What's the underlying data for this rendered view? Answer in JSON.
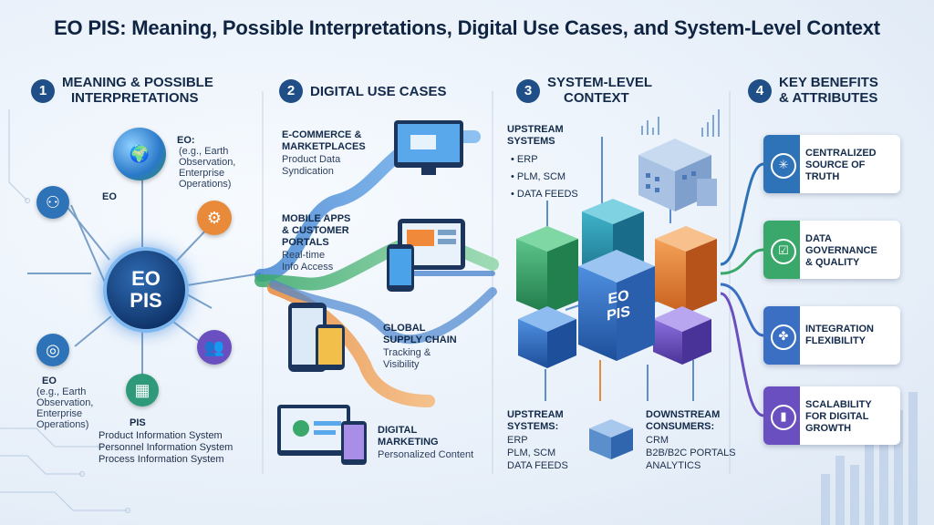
{
  "title": "EO PIS: Meaning, Possible Interpretations, Digital Use Cases, and System-Level Context",
  "sections": [
    {
      "num": "1",
      "title_line1": "MEANING & POSSIBLE",
      "title_line2": "INTERPRETATIONS"
    },
    {
      "num": "2",
      "title_line1": "DIGITAL USE CASES",
      "title_line2": ""
    },
    {
      "num": "3",
      "title_line1": "SYSTEM-LEVEL",
      "title_line2": "CONTEXT"
    },
    {
      "num": "4",
      "title_line1": "KEY BENEFITS",
      "title_line2": "& ATTRIBUTES"
    }
  ],
  "meaning": {
    "hub_line1": "EO",
    "hub_line2": "PIS",
    "eo_top_heading": "EO:",
    "eo_top_l1": "(e.g., Earth",
    "eo_top_l2": "Observation,",
    "eo_top_l3": "Enterprise",
    "eo_top_l4": "Operations)",
    "eo_mid": "EO",
    "eo_low_heading": "EO",
    "eo_low_l1": "(e.g., Earth",
    "eo_low_l2": "Observation,",
    "eo_low_l3": "Enterprise",
    "eo_low_l4": "Operations)",
    "pis_heading": "PIS",
    "pis_l1": "Product Information System",
    "pis_l2": "Personnel Information System",
    "pis_l3": "Process Information System",
    "icons": [
      "globe-icon",
      "document-gear-icon",
      "people-icon",
      "grid-document-icon",
      "globe-outline-icon",
      "hierarchy-icon"
    ]
  },
  "use_cases": [
    {
      "title_l1": "E-COMMERCE &",
      "title_l2": "MARKETPLACES",
      "sub_l1": "Product Data",
      "sub_l2": "Syndication"
    },
    {
      "title_l1": "MOBILE APPS",
      "title_l2": "& CUSTOMER",
      "title_l3": "PORTALS",
      "sub_l1": "Real-time",
      "sub_l2": "Info Access"
    },
    {
      "title_l1": "GLOBAL",
      "title_l2": "SUPPLY CHAIN",
      "sub_l1": "Tracking &",
      "sub_l2": "Visibility"
    },
    {
      "title_l1": "DIGITAL",
      "title_l2": "MARKETING",
      "sub_l1": "Personalized Content"
    }
  ],
  "system": {
    "upstream_top_l1": "UPSTREAM",
    "upstream_top_l2": "SYSTEMS",
    "upstream_top_items": [
      "ERP",
      "PLM, SCM",
      "DATA FEEDS"
    ],
    "cube_line1": "EO",
    "cube_line2": "PIS",
    "upstream_bottom_l1": "UPSTREAM",
    "upstream_bottom_l2": "SYSTEMS:",
    "upstream_bottom_items": [
      "ERP",
      "PLM, SCM",
      "DATA FEEDS"
    ],
    "downstream_l1": "DOWNSTREAM",
    "downstream_l2": "CONSUMERS:",
    "downstream_items": [
      "CRM",
      "B2B/B2C PORTALS",
      "ANALYTICS"
    ]
  },
  "benefits": [
    {
      "l1": "CENTRALIZED",
      "l2": "SOURCE OF",
      "l3": "TRUTH",
      "color": "#2e73b8",
      "icon": "network-icon"
    },
    {
      "l1": "DATA",
      "l2": "GOVERNANCE",
      "l3": "& QUALITY",
      "color": "#3aa86a",
      "icon": "checklist-icon"
    },
    {
      "l1": "INTEGRATION",
      "l2": "FLEXIBILITY",
      "l3": "",
      "color": "#3b6fc4",
      "icon": "hub-icon"
    },
    {
      "l1": "SCALABILITY",
      "l2": "FOR DIGITAL",
      "l3": "GROWTH",
      "color": "#6a4fc0",
      "icon": "bar-chart-icon"
    }
  ],
  "colors": {
    "navy": "#1f4f86",
    "green": "#3aa86a",
    "orange": "#e98a3a",
    "purple": "#6a4fc0",
    "blue": "#2e73b8"
  }
}
